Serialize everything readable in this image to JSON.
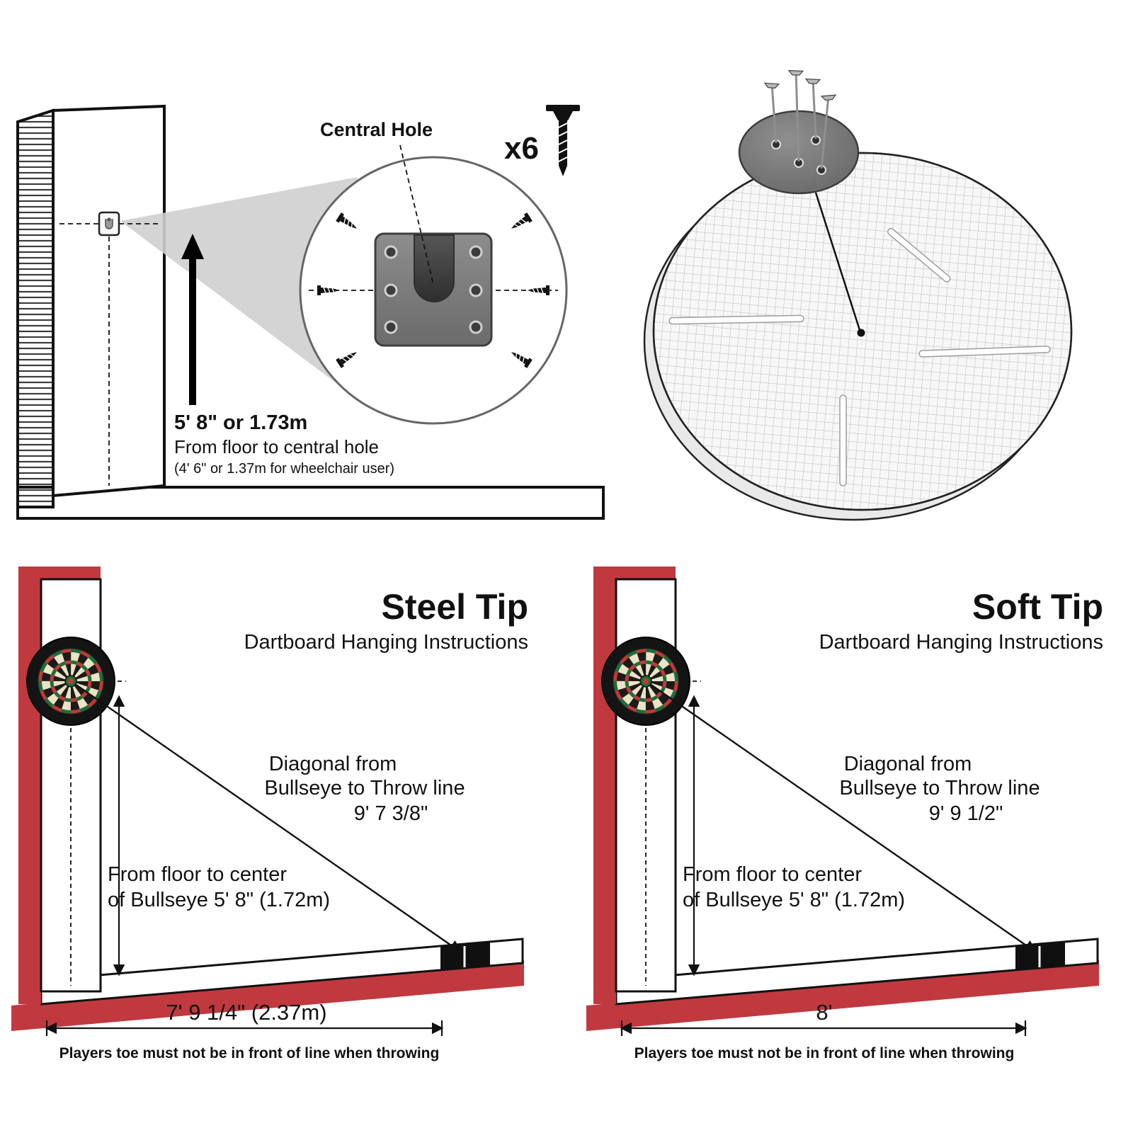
{
  "top_left": {
    "central_hole_label": "Central Hole",
    "screw_count": "x6",
    "height_value": "5' 8\" or 1.73m",
    "height_desc": "From floor to central hole",
    "height_note": "(4' 6\" or 1.37m for wheelchair user)"
  },
  "steel_tip": {
    "title": "Steel Tip",
    "subtitle": "Dartboard Hanging Instructions",
    "diagonal_line1": "Diagonal from",
    "diagonal_line2": "Bullseye to Throw line",
    "diagonal_value": "9' 7 3/8\"",
    "bullseye_line1": "From floor to center",
    "bullseye_line2": "of Bullseye  5' 8\" (1.72m)",
    "floor_distance": "7' 9 1/4\" (2.37m)",
    "toe_note": "Players toe must not be in front of line when throwing"
  },
  "soft_tip": {
    "title": "Soft Tip",
    "subtitle": "Dartboard Hanging Instructions",
    "diagonal_line1": "Diagonal from",
    "diagonal_line2": "Bullseye to Throw line",
    "diagonal_value": "9' 9 1/2\"",
    "bullseye_line1": "From floor to center",
    "bullseye_line2": "of Bullseye  5' 8\" (1.72m)",
    "floor_distance": "8'",
    "toe_note": "Players toe must not be in front of line when throwing"
  },
  "colors": {
    "wall_red": "#c0393f",
    "plate_gray": "#7a7a7a",
    "disc_gray": "#747474",
    "line_black": "#111111",
    "dart_green": "#1c6e3b",
    "dart_red": "#c23a34",
    "dart_cream": "#ece2c4"
  }
}
